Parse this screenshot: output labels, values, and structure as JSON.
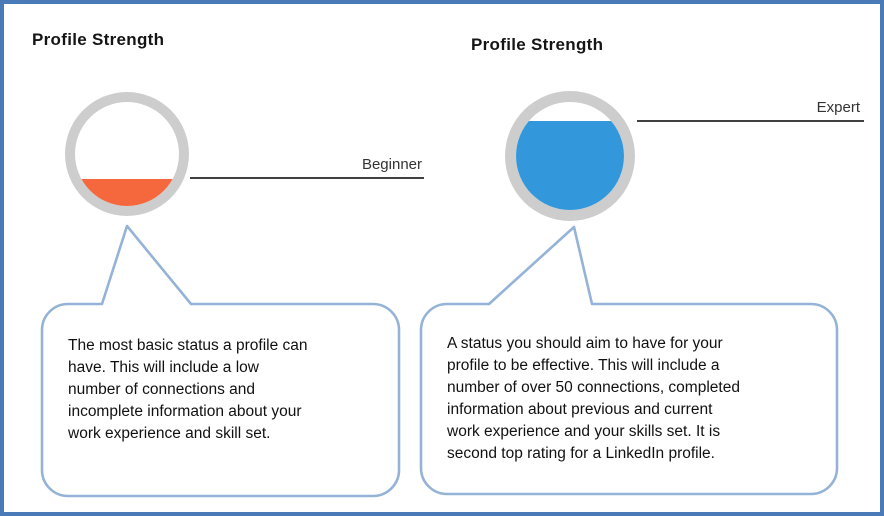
{
  "colors": {
    "frame_border": "#4a7ab8",
    "bubble_border": "#95b3d7",
    "gauge_ring": "#cdcdcd",
    "connector_line": "#404040"
  },
  "panels": [
    {
      "title": "Profile Strength",
      "level_label": "Beginner",
      "fill_percent": 26,
      "fill_color": "#f5673d",
      "description_lines": [
        "The most basic status a profile can",
        "have. This will include a low",
        "number of connections and",
        "incomplete information about your",
        "work experience and skill set."
      ]
    },
    {
      "title": "Profile Strength",
      "level_label": "Expert",
      "fill_percent": 82,
      "fill_color": "#3398db",
      "description_lines": [
        "A status you should aim to have for your",
        "profile to be effective. This will include a",
        "number of over 50 connections, completed",
        "information about previous and current",
        "work experience and your skills set. It is",
        "second top rating for a LinkedIn profile."
      ]
    }
  ]
}
